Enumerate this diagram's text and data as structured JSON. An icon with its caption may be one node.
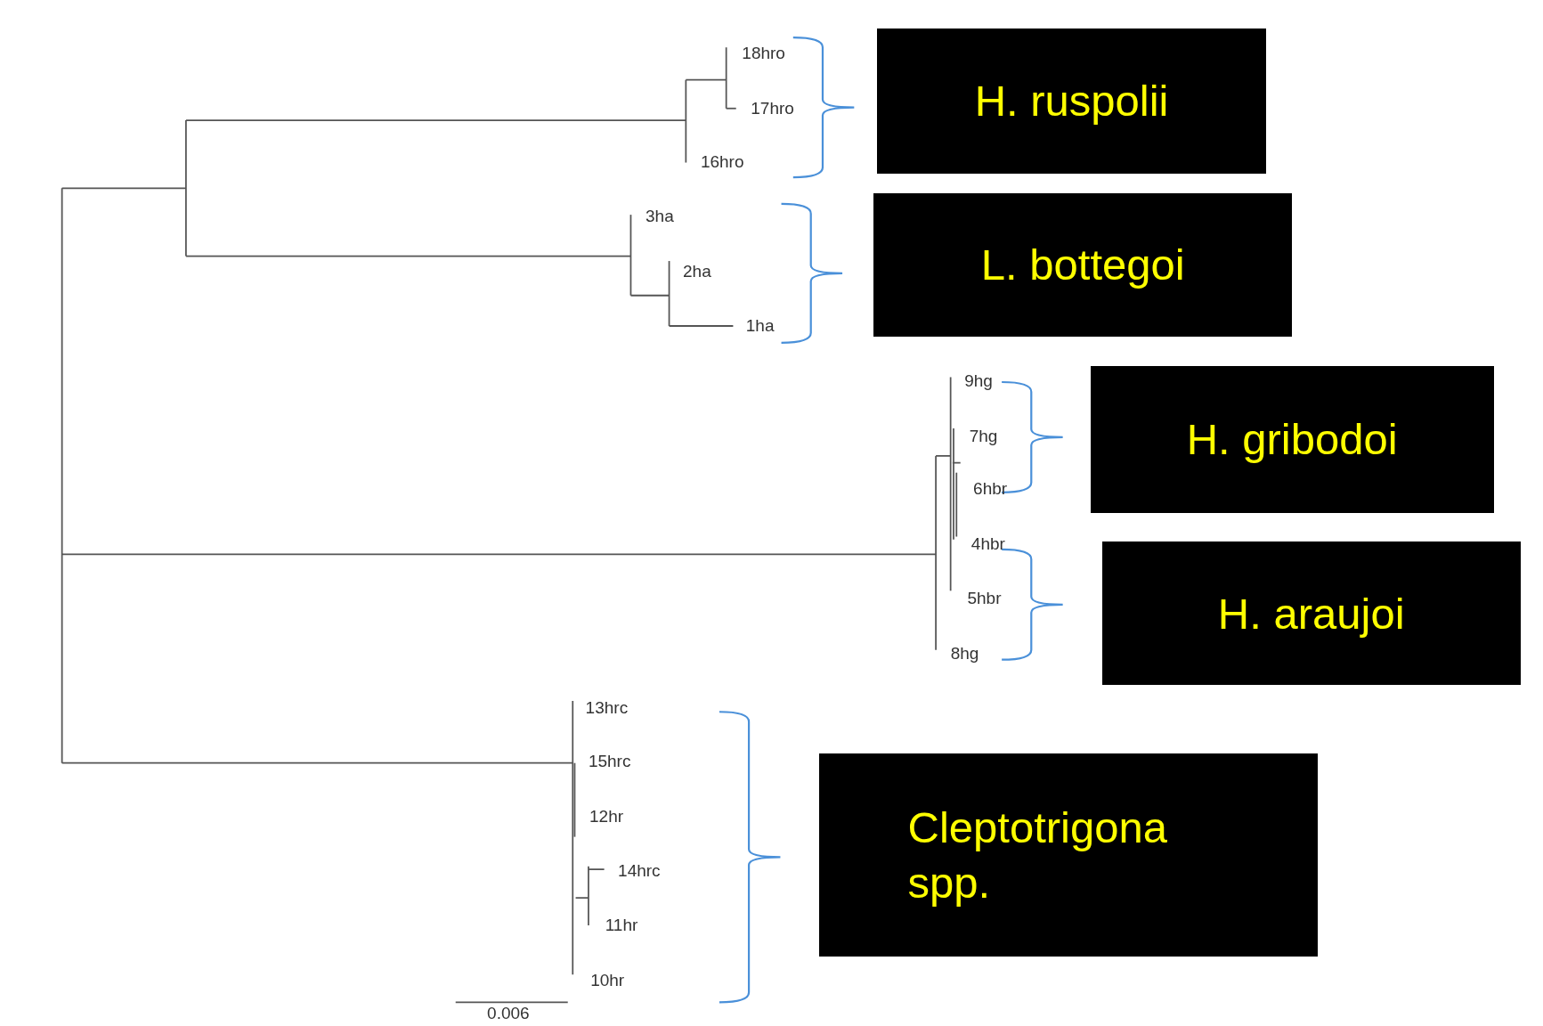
{
  "diagram": {
    "nodes": [
      {
        "text": [
          "H. ruspolii"
        ]
      },
      {
        "text": [
          "L. bottegoi"
        ]
      },
      {
        "text": [
          "H. gribodoi"
        ]
      },
      {
        "text": [
          "H. araujoi"
        ]
      },
      {
        "text": [
          "Cleptotrigona spp."
        ]
      }
    ],
    "labels": [
      "18hro",
      "17hro",
      "16hro",
      "3ha",
      "2ha",
      "1ha",
      "9hg",
      "7hg",
      "6hbr",
      "4hbr",
      "5hbr",
      "8hg",
      "13hrc",
      "15hrc",
      "12hr",
      "14hrc",
      "11hr",
      "10hr",
      "0.006"
    ]
  }
}
